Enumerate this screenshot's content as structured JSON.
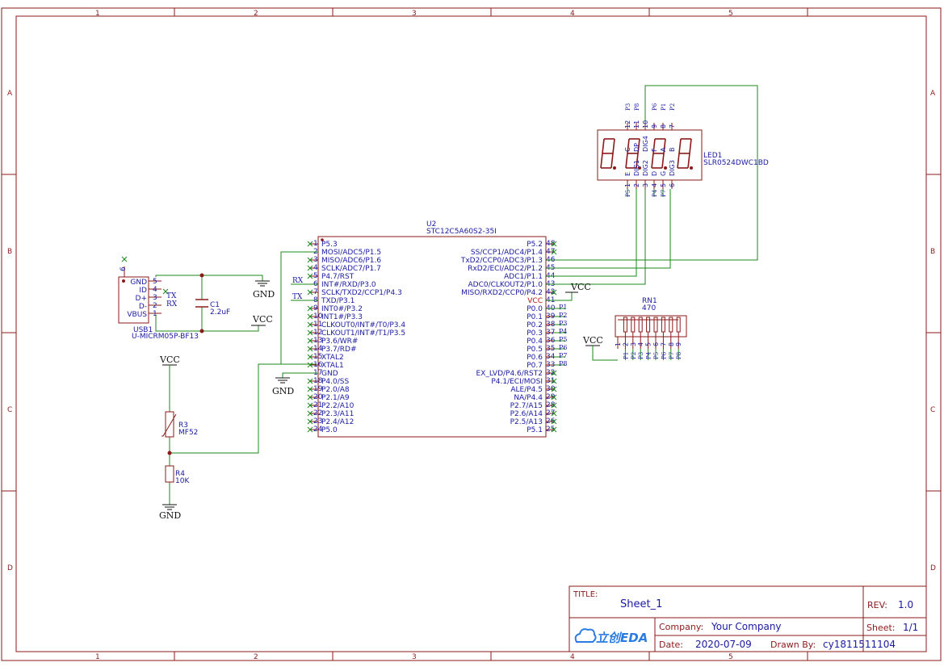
{
  "frame": {
    "columns": [
      "1",
      "2",
      "3",
      "4",
      "5"
    ],
    "rows": [
      "A",
      "B",
      "C",
      "D"
    ]
  },
  "usb": {
    "ref": "USB1",
    "part": "U-MICRM05P-BF13",
    "pin6": "6",
    "pins": [
      {
        "name": "GND",
        "num": "5"
      },
      {
        "name": "ID",
        "num": "4"
      },
      {
        "name": "D+",
        "num": "3"
      },
      {
        "name": "D-",
        "num": "2"
      },
      {
        "name": "VBUS",
        "num": "1"
      }
    ],
    "tx": "TX",
    "rx": "RX"
  },
  "c1": {
    "ref": "C1",
    "value": "2.2uF"
  },
  "r3": {
    "ref": "R3",
    "value": "MF52"
  },
  "r4": {
    "ref": "R4",
    "value": "10K"
  },
  "power": {
    "vcc": "VCC",
    "gnd": "GND"
  },
  "u2": {
    "ref": "U2",
    "part": "STC12C5A60S2-35I",
    "left": [
      {
        "num": "1",
        "name": "P5.3"
      },
      {
        "num": "2",
        "name": "MOSI/ADC5/P1.5"
      },
      {
        "num": "3",
        "name": "MISO/ADC6/P1.6"
      },
      {
        "num": "4",
        "name": "SCLK/ADC7/P1.7"
      },
      {
        "num": "5",
        "name": "P4.7/RST"
      },
      {
        "num": "6",
        "name": "INT#/RXD/P3.0"
      },
      {
        "num": "7",
        "name": "SCLK/TXD2/CCP1/P4.3"
      },
      {
        "num": "8",
        "name": "TXD/P3.1"
      },
      {
        "num": "9",
        "name": "INT0#/P3.2"
      },
      {
        "num": "10",
        "name": "INT1#/P3.3"
      },
      {
        "num": "11",
        "name": "CLKOUT0/INT#/T0/P3.4"
      },
      {
        "num": "12",
        "name": "CLKOUT1/INT#/T1/P3.5"
      },
      {
        "num": "13",
        "name": "P3.6/WR#"
      },
      {
        "num": "14",
        "name": "P3.7/RD#"
      },
      {
        "num": "15",
        "name": "XTAL2"
      },
      {
        "num": "16",
        "name": "XTAL1"
      },
      {
        "num": "17",
        "name": "GND"
      },
      {
        "num": "18",
        "name": "P4.0/SS"
      },
      {
        "num": "19",
        "name": "P2.0/A8"
      },
      {
        "num": "20",
        "name": "P2.1/A9"
      },
      {
        "num": "21",
        "name": "P2.2/A10"
      },
      {
        "num": "22",
        "name": "P2.3/A11"
      },
      {
        "num": "23",
        "name": "P2.4/A12"
      },
      {
        "num": "24",
        "name": "P5.0"
      }
    ],
    "right": [
      {
        "num": "48",
        "name": "P5.2"
      },
      {
        "num": "47",
        "name": "SS/CCP1/ADC4/P1.4"
      },
      {
        "num": "46",
        "name": "TxD2/CCP0/ADC3/P1.3"
      },
      {
        "num": "45",
        "name": "RxD2/ECI/ADC2/P1.2"
      },
      {
        "num": "44",
        "name": "ADC1/P1.1"
      },
      {
        "num": "43",
        "name": "ADC0/CLKOUT2/P1.0"
      },
      {
        "num": "42",
        "name": "MISO/RXD2/CCP0/P4.2"
      },
      {
        "num": "41",
        "name": "VCC"
      },
      {
        "num": "40",
        "name": "P0.0"
      },
      {
        "num": "39",
        "name": "P0.1"
      },
      {
        "num": "38",
        "name": "P0.2"
      },
      {
        "num": "37",
        "name": "P0.3"
      },
      {
        "num": "36",
        "name": "P0.4"
      },
      {
        "num": "35",
        "name": "P0.5"
      },
      {
        "num": "34",
        "name": "P0.6"
      },
      {
        "num": "33",
        "name": "P0.7"
      },
      {
        "num": "32",
        "name": "EX_LVD/P4.6/RST2"
      },
      {
        "num": "31",
        "name": "P4.1/ECI/MOSI"
      },
      {
        "num": "30",
        "name": "ALE/P4.5"
      },
      {
        "num": "29",
        "name": "NA/P4.4"
      },
      {
        "num": "28",
        "name": "P2.7/A15"
      },
      {
        "num": "27",
        "name": "P2.6/A14"
      },
      {
        "num": "26",
        "name": "P2.5/A13"
      },
      {
        "num": "25",
        "name": "P5.1"
      }
    ],
    "netlabels": {
      "rx": "RX",
      "tx": "TX"
    },
    "p0labels": [
      "P1",
      "P2",
      "P3",
      "P4",
      "P5",
      "P6",
      "P7",
      "P8"
    ]
  },
  "led1": {
    "ref": "LED1",
    "part": "SLR0524DWC1BD",
    "top": [
      {
        "num": "12",
        "name": "C",
        "net": "P3"
      },
      {
        "num": "11",
        "name": "DP",
        "net": "P8"
      },
      {
        "num": "10",
        "name": "DIG4",
        "net": ""
      },
      {
        "num": "9",
        "name": "F",
        "net": "P6"
      },
      {
        "num": "8",
        "name": "A",
        "net": "P1"
      },
      {
        "num": "7",
        "name": "B",
        "net": "P2"
      }
    ],
    "bottom": [
      {
        "num": "1",
        "name": "E",
        "net": "P5"
      },
      {
        "num": "2",
        "name": "DIG1",
        "net": ""
      },
      {
        "num": "3",
        "name": "DIG2",
        "net": ""
      },
      {
        "num": "4",
        "name": "D",
        "net": "P4"
      },
      {
        "num": "5",
        "name": "G",
        "net": "P7"
      },
      {
        "num": "6",
        "name": "DIG3",
        "net": ""
      }
    ]
  },
  "rn1": {
    "ref": "RN1",
    "value": "470",
    "pins": [
      "1",
      "2",
      "3",
      "4",
      "5",
      "6",
      "7",
      "8",
      "9"
    ],
    "nets": [
      "P1",
      "P2",
      "P3",
      "P4",
      "P5",
      "P6",
      "P7",
      "P8"
    ]
  },
  "titleblock": {
    "title_label": "TITLE:",
    "title": "Sheet_1",
    "rev_label": "REV:",
    "rev": "1.0",
    "company_label": "Company:",
    "company": "Your Company",
    "sheet_label": "Sheet:",
    "sheet": "1/1",
    "date_label": "Date:",
    "date": "2020-07-09",
    "drawn_label": "Drawn By:",
    "drawn": "cy1811511104",
    "logo": "立创EDA"
  },
  "colors": {
    "frame": "#8b1a1a",
    "wire": "#1a8a1a",
    "pin_text": "#1a1aa0",
    "power_text": "#c01010"
  }
}
